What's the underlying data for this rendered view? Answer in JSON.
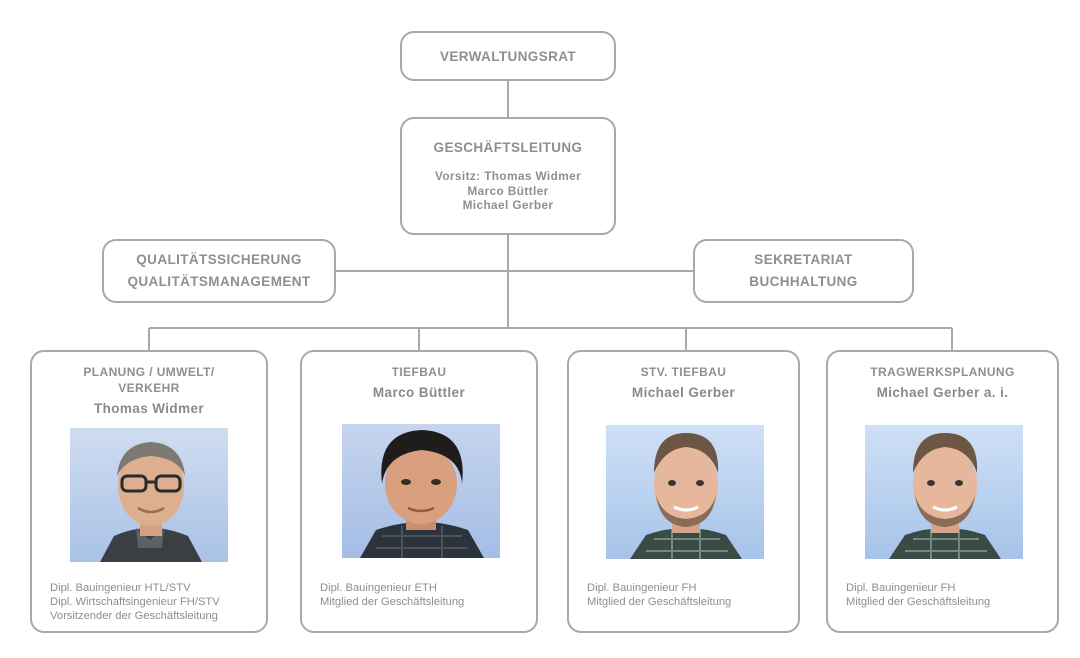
{
  "org": {
    "board": {
      "title": "VERWALTUNGSRAT"
    },
    "management": {
      "title": "GESCHÄFTSLEITUNG",
      "members": [
        "Vorsitz: Thomas Widmer",
        "Marco Büttler",
        "Michael Gerber"
      ]
    },
    "quality": {
      "line1": "QUALITÄTSSICHERUNG",
      "line2": "QUALITÄTSMANAGEMENT"
    },
    "secretariat": {
      "line1": "SEKRETARIAT",
      "line2": "BUCHHALTUNG"
    },
    "departments": [
      {
        "title": "PLANUNG / UMWELT/ VERKEHR",
        "head": "Thomas Widmer",
        "photo": "portrait-man-glasses-grey-hair",
        "details": [
          "Dipl. Bauingenieur HTL/STV",
          "Dipl. Wirtschaftsingenieur FH/STV",
          "Vorsitzender der Geschäftsleitung"
        ]
      },
      {
        "title": "TIEFBAU",
        "head": "Marco Büttler",
        "photo": "portrait-man-dark-hair",
        "details": [
          "Dipl. Bauingenieur ETH",
          "Mitglied der Geschäftsleitung"
        ]
      },
      {
        "title": "STV. TIEFBAU",
        "head": "Michael Gerber",
        "photo": "portrait-man-beard",
        "details": [
          "Dipl. Bauingenieur FH",
          "Mitglied der Geschäftsleitung"
        ]
      },
      {
        "title": "TRAGWERKSPLANUNG",
        "head": "Michael Gerber a. i.",
        "photo": "portrait-man-beard",
        "details": [
          "Dipl. Bauingenieur FH",
          "Mitglied der Geschäftsleitung"
        ]
      }
    ],
    "colors": {
      "border": "#a9a9a9",
      "text": "#8f8f8f",
      "photo_bg": "#b8cdea"
    }
  }
}
